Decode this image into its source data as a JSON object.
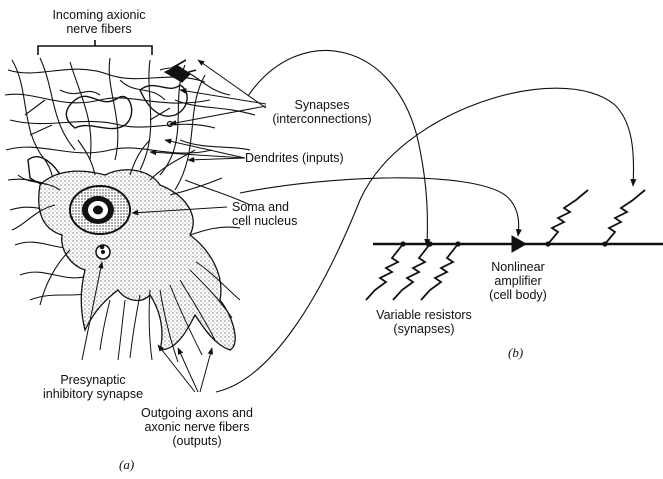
{
  "labels": {
    "incoming": "Incoming axionic\nnerve fibers",
    "synapses": "Synapses\n(interconnections)",
    "dendrites": "Dendrites (inputs)",
    "soma": "Soma and\ncell nucleus",
    "presynaptic": "Presynaptic\ninhibitory synapse",
    "outgoing": "Outgoing axons and\naxonic nerve fibers\n(outputs)",
    "nonlinear": "Nonlinear\namplifier\n(cell body)",
    "variable": "Variable resistors\n(synapses)"
  },
  "figure_labels": {
    "a": "(a)",
    "b": "(b)"
  },
  "colors": {
    "ink": "#111111",
    "stipple": "#9a9a9a",
    "paper": "#ffffff"
  }
}
